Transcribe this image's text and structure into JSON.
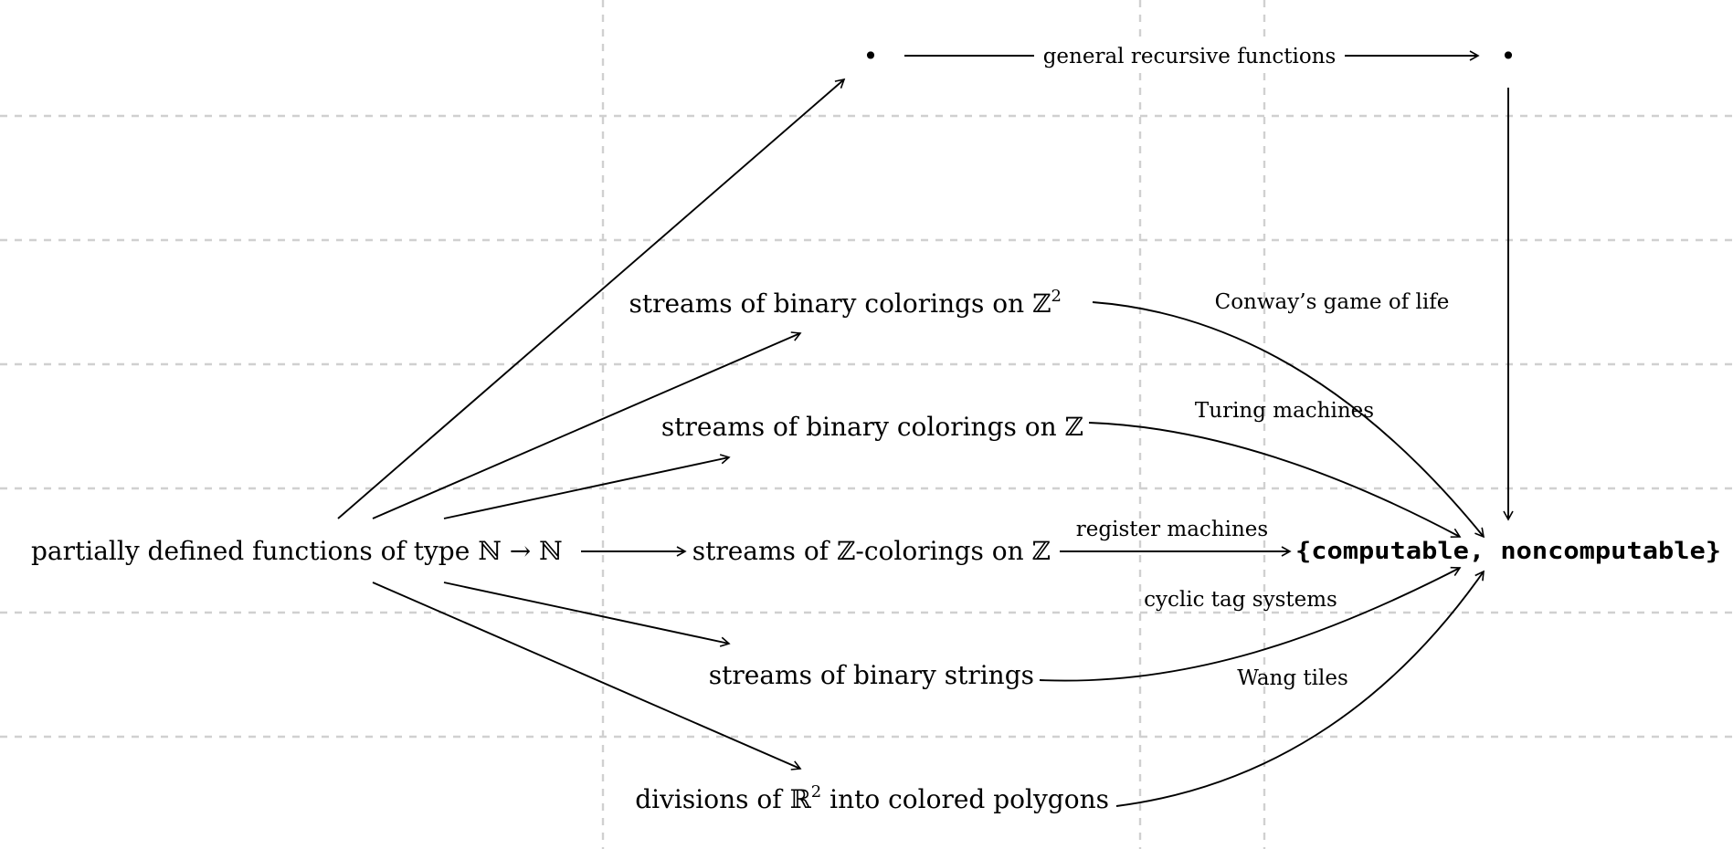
{
  "diagram": {
    "nodes": {
      "source": {
        "prefix": "partially defined functions of type ",
        "math": "ℕ → ℕ"
      },
      "z2_colorings": {
        "text": "streams of binary colorings on ℤ",
        "sup": "2"
      },
      "z_colorings": {
        "text": "streams of binary colorings on ℤ"
      },
      "zz_colorings": {
        "text": "streams of ℤ-colorings on ℤ"
      },
      "binary_strings": {
        "text": "streams of binary strings"
      },
      "polygons": {
        "prefix": "divisions of ℝ",
        "sup": "2",
        "suffix": " into colored polygons"
      },
      "target": {
        "text": "{computable, noncomputable}"
      },
      "dot_left": {
        "symbol": "•"
      },
      "dot_right": {
        "symbol": "•"
      }
    },
    "edge_labels": {
      "general_recursive": "general recursive functions",
      "game_of_life": "Conway’s game of life",
      "turing": "Turing machines",
      "register": "register machines",
      "cyclic_tag": "cyclic tag systems",
      "wang": "Wang tiles"
    }
  }
}
